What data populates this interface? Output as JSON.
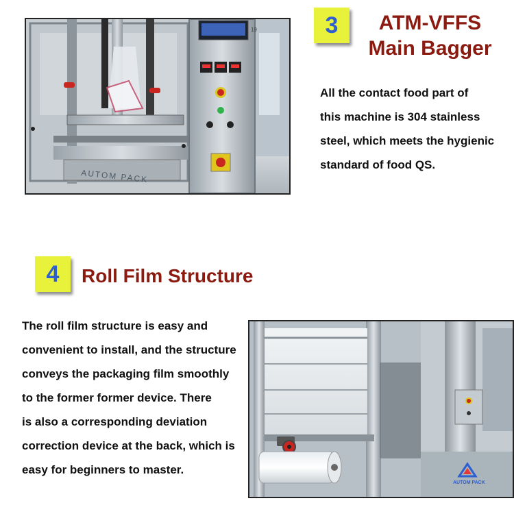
{
  "section3": {
    "number": "3",
    "title_lines": [
      "ATM-VFFS",
      "Main Bagger"
    ],
    "description_lines": [
      "All the contact food part of",
      "this machine is 304 stainless",
      "steel, which meets the hygienic",
      "standard of food QS."
    ],
    "photo": {
      "brand_text": "AUTOM PACK",
      "panel_marking": "19"
    }
  },
  "section4": {
    "number": "4",
    "title": "Roll Film Structure",
    "description_lines": [
      "The roll film structure is easy and",
      "convenient to install, and the structure",
      "conveys the packaging film smoothly",
      "to the former former device. There",
      "is also a corresponding deviation",
      "correction device at the back, which is",
      "easy for beginners to master."
    ],
    "photo": {
      "logo_text": "AUTOM PACK"
    }
  },
  "colors": {
    "badge_bg": "#e9f23a",
    "badge_number": "#2e5fd1",
    "title": "#8b1a10",
    "text": "#111111"
  }
}
